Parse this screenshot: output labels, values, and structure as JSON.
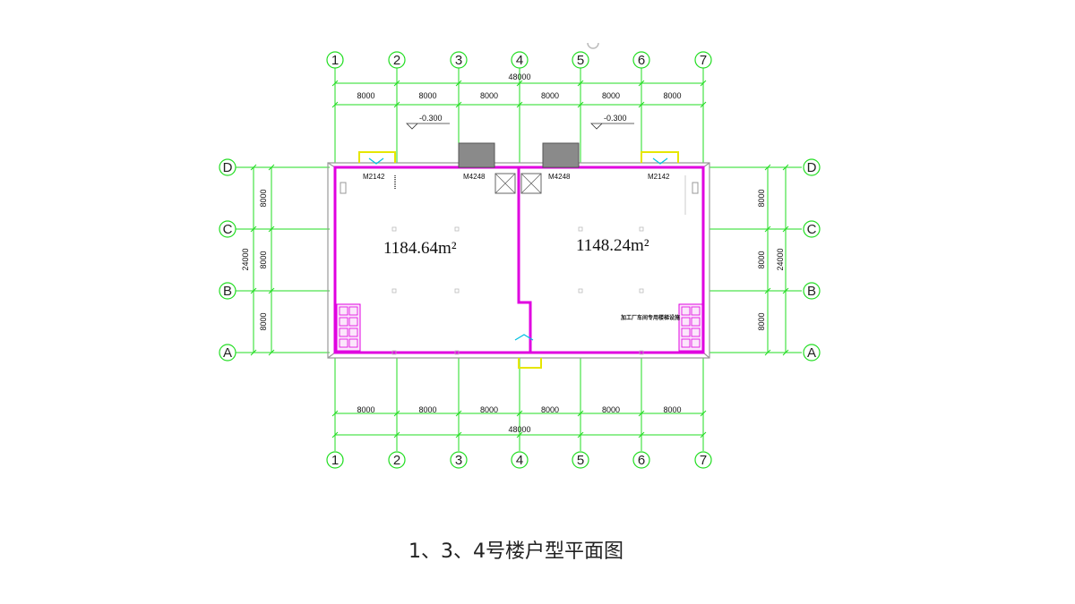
{
  "caption": "1、3、4号楼户型平面图",
  "colors": {
    "grid": "#22dd22",
    "wall": "#e000e0",
    "cyan": "#00c0e0",
    "yellow": "#e6e600",
    "axis_text": "#222222"
  },
  "plan": {
    "col_axes": [
      "1",
      "2",
      "3",
      "4",
      "5",
      "6",
      "7"
    ],
    "row_axes": [
      "D",
      "C",
      "B",
      "A"
    ],
    "top_dims": [
      "8000",
      "8000",
      "8000",
      "8000",
      "8000",
      "8000"
    ],
    "top_total": "48000",
    "bottom_dims": [
      "8000",
      "8000",
      "8000",
      "8000",
      "8000",
      "8000"
    ],
    "bottom_total": "48000",
    "left_dims": [
      "8000",
      "8000",
      "8000"
    ],
    "left_total": "24000",
    "right_dims": [
      "8000",
      "8000",
      "8000"
    ],
    "right_total": "24000",
    "elevations": [
      "-0.300",
      "-0.300"
    ],
    "doors": [
      "M2142",
      "M4248",
      "M4248",
      "M2142"
    ],
    "areas": [
      "1184.64m²",
      "1148.24m²"
    ],
    "note": "加工厂车间专用楼梯设施"
  }
}
